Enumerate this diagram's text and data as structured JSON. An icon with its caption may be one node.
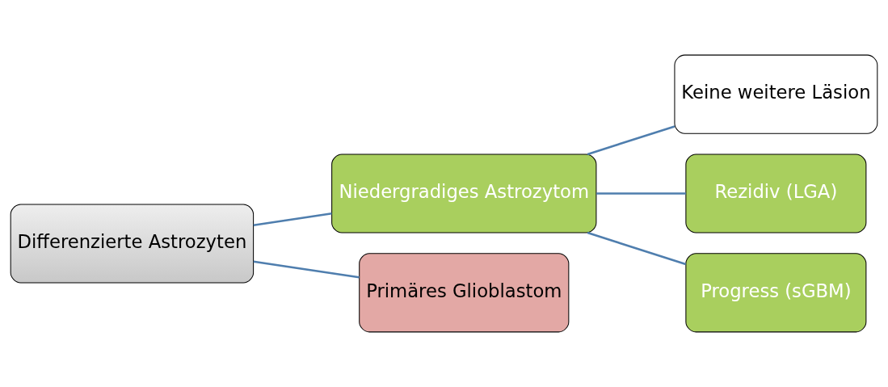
{
  "diagram": {
    "nodes": [
      {
        "text": [
          "Differenzierte Astrozyten"
        ]
      },
      {
        "text": [
          "Niedergradiges Astrozytom"
        ]
      },
      {
        "text": [
          "Primäres Glioblastom"
        ]
      },
      {
        "text": [
          "Keine weitere Läsion"
        ]
      },
      {
        "text": [
          "Rezidiv (LGA)"
        ]
      },
      {
        "text": [
          "Progress (sGBM)"
        ]
      }
    ],
    "edges": [
      {
        "from": 0,
        "to": 1,
        "arrow": "none"
      },
      {
        "from": 0,
        "to": 2,
        "arrow": "none"
      },
      {
        "from": 1,
        "to": 3,
        "arrow": "none"
      },
      {
        "from": 1,
        "to": 4,
        "arrow": "none"
      },
      {
        "from": 1,
        "to": 5,
        "arrow": "none"
      }
    ]
  }
}
